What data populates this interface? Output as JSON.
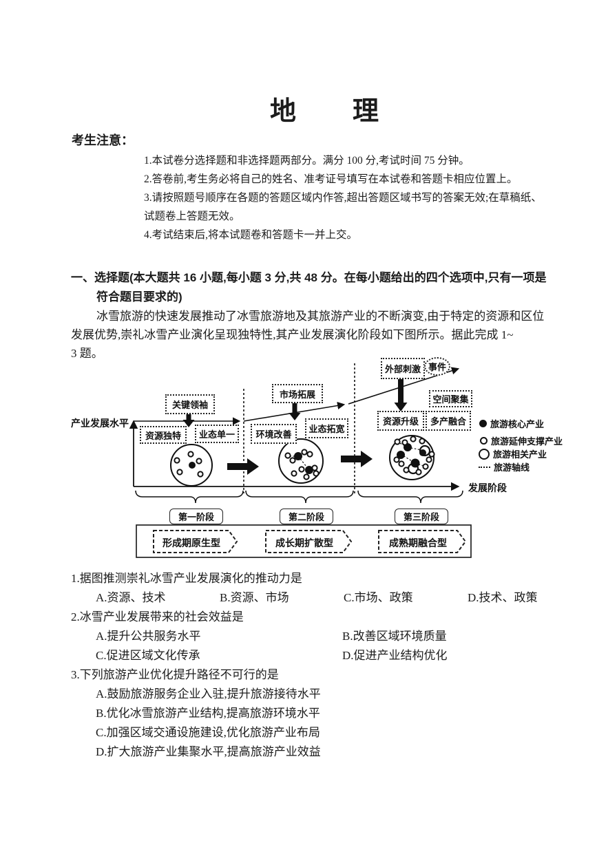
{
  "title": "地　　理",
  "notice": {
    "heading": "考生注意：",
    "lines": [
      "1.本试卷分选择题和非选择题两部分。满分 100 分,考试时间 75 分钟。",
      "2.答卷前,考生务必将自己的姓名、准考证号填写在本试卷和答题卡相应位置上。",
      "3.请按照题号顺序在各题的答题区域内作答,超出答题区域书写的答案无效;在草稿纸、",
      "试题卷上答题无效。",
      "4.考试结束后,将本试题卷和答题卡一并上交。"
    ]
  },
  "section": {
    "heading_line1": "一、选择题(本大题共 16 小题,每小题 3 分,共 48 分。在每小题给出的四个选项中,只有一项是",
    "heading_line2": "符合题目要求的)",
    "intro_line1": "冰雪旅游的快速发展推动了冰雪旅游地及其旅游产业的不断演变,由于特定的资源和区位",
    "intro_line2": "发展优势,崇礼冰雪产业演化呈现独特性,其产业发展演化阶段如下图所示。据此完成 1~",
    "intro_line3": "3 题。"
  },
  "diagram": {
    "y_axis_label": "产业发展水平",
    "x_axis_label": "发展阶段",
    "stage1": {
      "driver": "关键领袖",
      "box1": "资源独特",
      "box2": "业态单一",
      "stage_label": "第一阶段",
      "banner": "形成期原生型"
    },
    "stage2": {
      "driver": "市场拓展",
      "box1": "环境改善",
      "box2": "业态拓宽",
      "stage_label": "第二阶段",
      "banner": "成长期扩散型"
    },
    "stage3": {
      "driver": "外部刺激",
      "event": "事件",
      "box1": "空间聚集",
      "box2": "资源升级",
      "box3": "多产融合",
      "stage_label": "第三阶段",
      "banner": "成熟期融合型"
    },
    "legend": {
      "core": "旅游核心产业",
      "support": "旅游延伸支撑产业",
      "related": "旅游相关产业",
      "axis": "旅游轴线"
    }
  },
  "questions": {
    "q1": {
      "stem": "1.据图推测崇礼冰雪产业发展演化的推动力是",
      "a": "A.资源、技术",
      "b": "B.资源、市场",
      "c": "C.市场、政策",
      "d": "D.技术、政策"
    },
    "q2": {
      "stem": "2.冰雪产业发展带来的社会效益是",
      "a": "A.提升公共服务水平",
      "b": "B.改善区域环境质量",
      "c": "C.促进区域文化传承",
      "d": "D.促进产业结构优化"
    },
    "q3": {
      "stem": "3.下列旅游产业优化提升路径不可行的是",
      "a": "A.鼓励旅游服务企业入驻,提升旅游接待水平",
      "b": "B.优化冰雪旅游产业结构,提高旅游环境水平",
      "c": "C.加强区域交通设施建设,优化旅游产业布局",
      "d": "D.扩大旅游产业集聚水平,提高旅游产业效益"
    }
  }
}
